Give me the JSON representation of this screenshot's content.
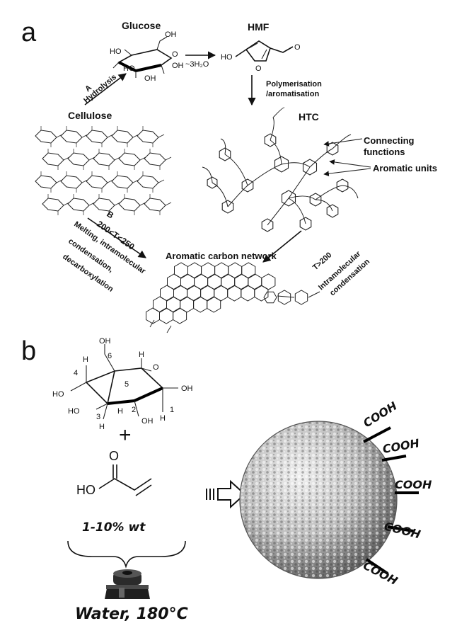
{
  "panel_a": {
    "letter": "a",
    "glucose": "Glucose",
    "hmf": "HMF",
    "cellulose": "Cellulose",
    "htc": "HTC",
    "hydrolysis_letter": "A",
    "hydrolysis": "Hydrolysis",
    "water_loss": "~3H₂O",
    "polymerisation_line1": "Polymerisation",
    "polymerisation_line2": "/aromatisation",
    "connecting_line1": "Connecting",
    "connecting_line2": "functions",
    "aromatic_units": "Aromatic units",
    "network": "Aromatic carbon network",
    "route_b_letter": "B",
    "route_b_temp": "200<T<250",
    "route_b_line1": "Melting, intramolecular",
    "route_b_line2": "condensation,",
    "route_b_line3": "decarboxylation",
    "route_c_temp": "T>200",
    "route_c_line1": "Intramolecular",
    "route_c_line2": "condensation",
    "atoms": {
      "oh": "OH",
      "ho": "HO",
      "o": "O"
    }
  },
  "panel_b": {
    "letter": "b",
    "plus": "+",
    "numbers": [
      "1",
      "2",
      "3",
      "4",
      "5",
      "6"
    ],
    "h": "H",
    "o": "O",
    "oh": "OH",
    "ho": "HO",
    "concentration": "1-10% wt",
    "condition": "Water, 180°C",
    "groups": [
      "COOH",
      "COOH",
      "COOH",
      "COOH",
      "COOH"
    ]
  },
  "colors": {
    "ink": "#111111",
    "sphere_light": "#e8e8e8",
    "sphere_dark": "#6a6a6a"
  }
}
